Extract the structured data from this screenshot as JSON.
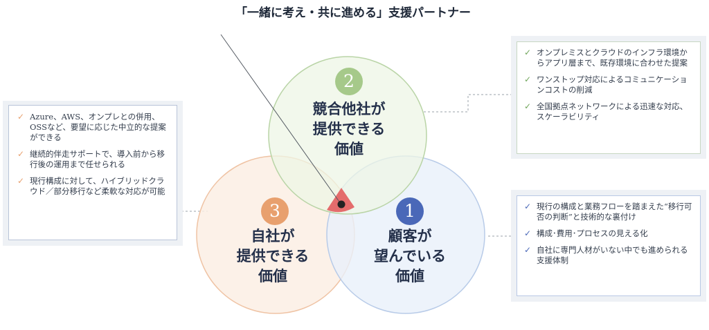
{
  "title": "「一緒に考え・共に進める」支援パートナー",
  "circles": {
    "competitor": {
      "number": "2",
      "label_lines": [
        "競合他社が",
        "提供できる",
        "価値"
      ]
    },
    "customer": {
      "number": "1",
      "label_lines": [
        "顧客が",
        "望んでいる",
        "価値"
      ]
    },
    "ours": {
      "number": "3",
      "label_lines": [
        "自社が",
        "提供できる",
        "価値"
      ]
    }
  },
  "panels": {
    "left": {
      "check": "✓",
      "items": [
        "Azure、AWS、オンプレとの併用、OSSなど、要望に応じた中立的な提案ができる",
        "継続的伴走サポートで、導入前から移行後の運用まで任せられる",
        "現行構成に対して、ハイブリッドクラウド／部分移行など柔軟な対応が可能"
      ]
    },
    "top": {
      "check": "✓",
      "items": [
        "オンプレミスとクラウドのインフラ環境からアプリ層まで、既存環境に合わせた提案",
        "ワンストップ対応によるコミュニケーションコストの削減",
        "全国拠点ネットワークによる迅速な対応、スケーラビリティ"
      ]
    },
    "bottom": {
      "check": "✓",
      "items": [
        "現行の構成と業務フローを踏まえた“移行可否の判断”と技術的な裏付け",
        "構成･費用･プロセスの見える化",
        "自社に専門人材がいない中でも進められる支援体制"
      ]
    }
  },
  "colors": {
    "competitor_fill": "#eef5e6",
    "competitor_stroke": "#b9d4a6",
    "competitor_badge": "#a6c98a",
    "customer_fill": "#e9f0fa",
    "customer_stroke": "#b8cbe8",
    "customer_badge": "#4a68b8",
    "ours_fill": "#fbeee4",
    "ours_stroke": "#efc3a4",
    "ours_badge": "#e8a06e",
    "center_fill": "#e46c6c"
  }
}
